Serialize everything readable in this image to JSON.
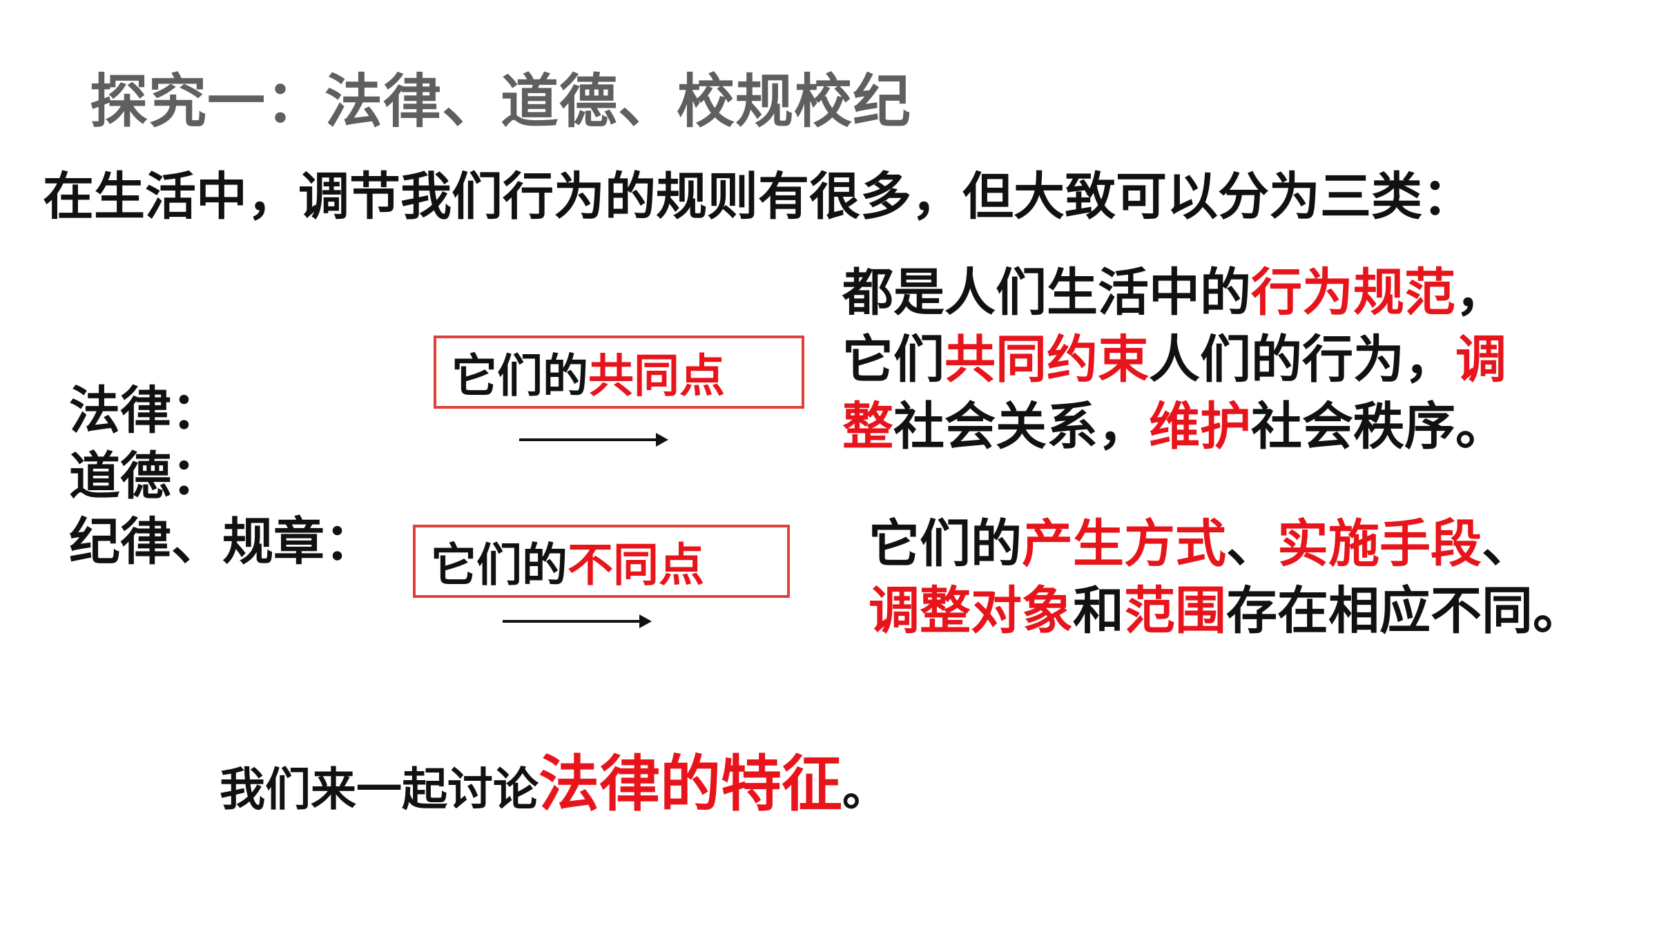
{
  "title": "探究一：法律、道德、校规校纪",
  "intro": "在生活中，调节我们行为的规则有很多，但大致可以分为三类：",
  "categories": [
    "法律：",
    "道德：",
    "纪律、规章："
  ],
  "common_box": {
    "prefix": "它们的",
    "highlight": "共同点"
  },
  "diff_box": {
    "prefix": "它们的",
    "highlight": "不同点"
  },
  "common_desc": {
    "l1_a": "都是人们生活中的",
    "l1_b": "行为规范",
    "l1_c": "，",
    "l2_a": "它们",
    "l2_b": "共同约束",
    "l2_c": "人们的行为，",
    "l2_d": "调",
    "l3_a": "整",
    "l3_b": "社会关系，",
    "l3_c": "维护",
    "l3_d": "社会秩序。"
  },
  "diff_desc": {
    "l1_a": "它们的",
    "l1_b": "产生方式",
    "l1_c": "、",
    "l1_d": "实施手段",
    "l1_e": "、",
    "l2_a": "调整对象",
    "l2_b": "和",
    "l2_c": "范围",
    "l2_d": "存在相应不同。"
  },
  "discuss": {
    "prefix": "我们来一起讨论",
    "highlight": "法律的特征",
    "suffix": "。"
  },
  "colors": {
    "highlight": "#e8141b",
    "box_border": "#e0403a",
    "title": "#5f5f5f"
  }
}
